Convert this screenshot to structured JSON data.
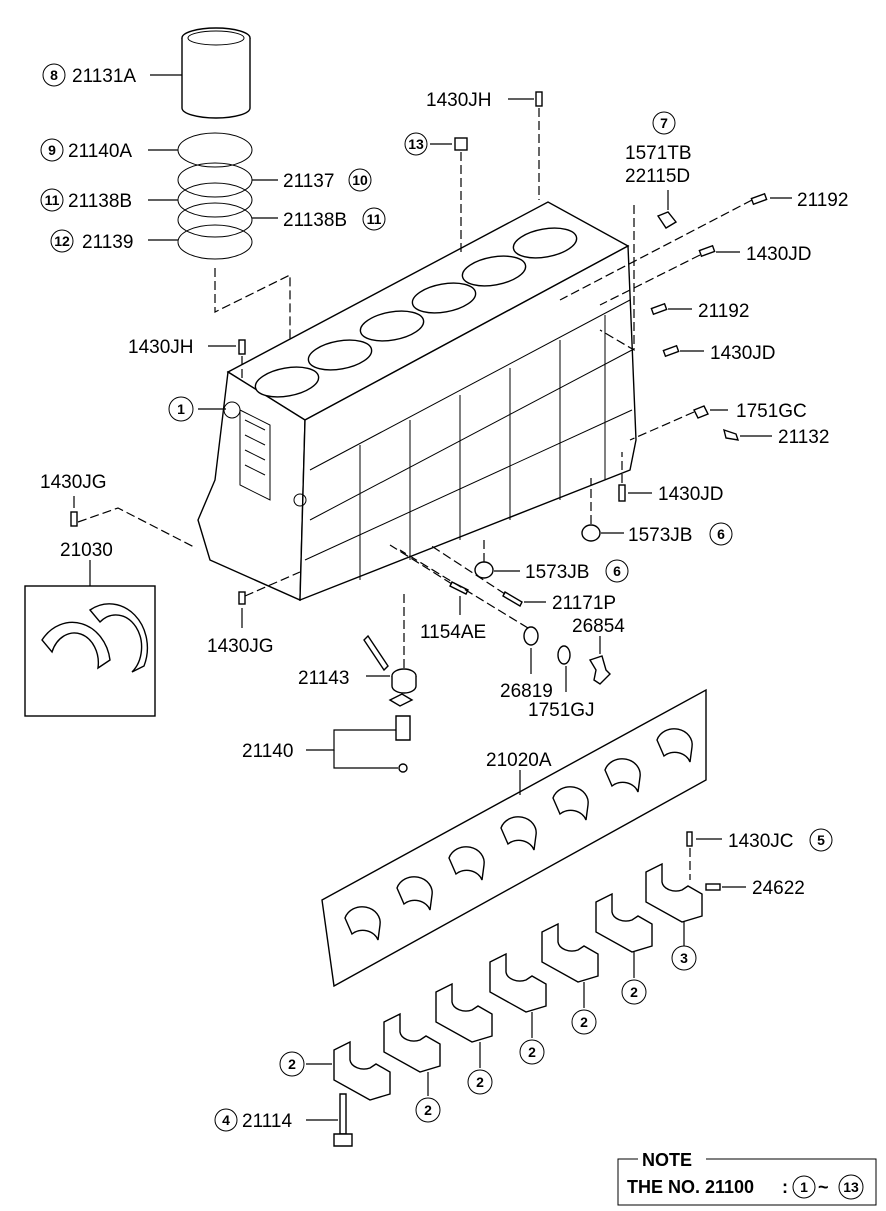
{
  "labels": {
    "p21131A": "21131A",
    "p21140A": "21140A",
    "p21137": "21137",
    "p21138B_l": "21138B",
    "p21138B_r": "21138B",
    "p21139": "21139",
    "p1430JH_top": "1430JH",
    "p1571TB": "1571TB",
    "p22115D": "22115D",
    "p21192_a": "21192",
    "p1430JD_a": "1430JD",
    "p21192_b": "21192",
    "p1430JD_b": "1430JD",
    "p1430JH_left": "1430JH",
    "p1751GC": "1751GC",
    "p21132": "21132",
    "p1430JD_c": "1430JD",
    "p1430JG_top": "1430JG",
    "p1573JB_a": "1573JB",
    "p21030": "21030",
    "p1573JB_b": "1573JB",
    "p21171P": "21171P",
    "p1430JG_bot": "1430JG",
    "p1154AE": "1154AE",
    "p26854": "26854",
    "p21143": "21143",
    "p26819": "26819",
    "p1751GJ": "1751GJ",
    "p21140": "21140",
    "p21020A": "21020A",
    "p1430JC": "1430JC",
    "p24622": "24622",
    "p21114": "21114"
  },
  "callouts": {
    "c1": "1",
    "c2": "2",
    "c3": "3",
    "c4": "4",
    "c5": "5",
    "c6": "6",
    "c7": "7",
    "c8": "8",
    "c9": "9",
    "c10": "10",
    "c11": "11",
    "c12": "12",
    "c13": "13"
  },
  "note": {
    "title": "NOTE",
    "text": "THE NO. 21100",
    "colon": ":",
    "range_from": "1",
    "tilde": "~",
    "range_to": "13"
  }
}
